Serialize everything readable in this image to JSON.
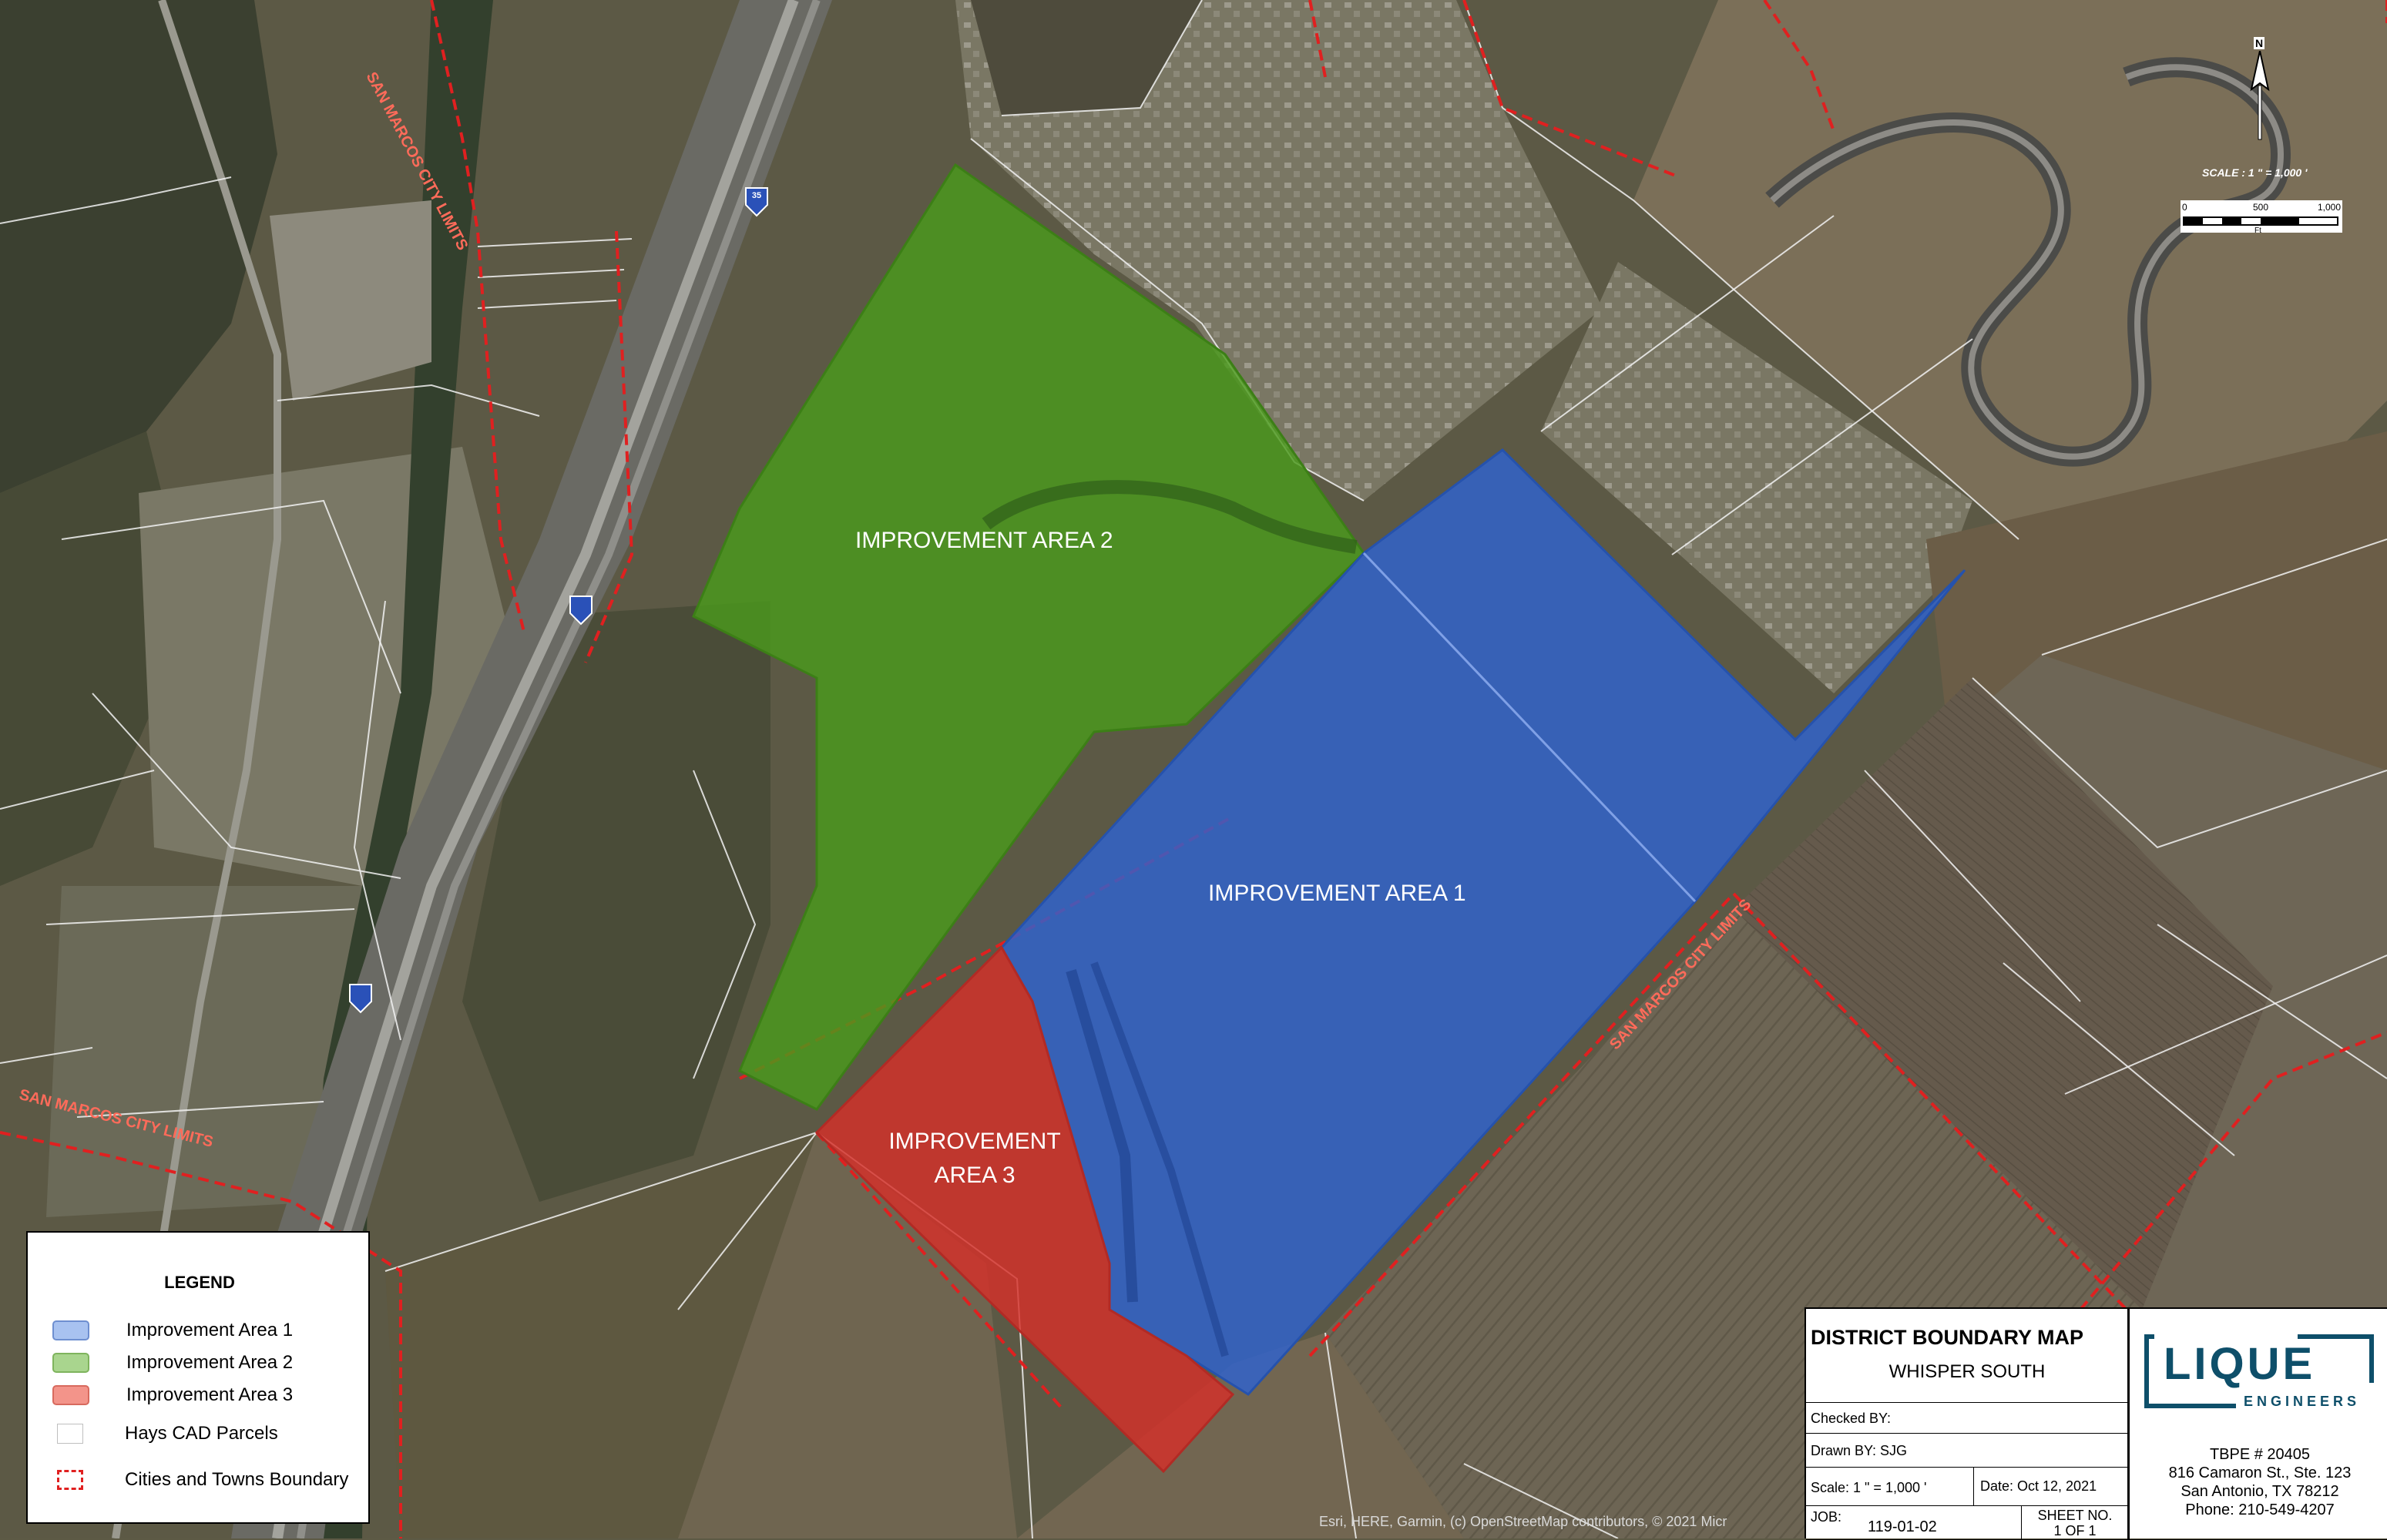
{
  "map": {
    "areas": [
      {
        "id": "area1",
        "label_lines": [
          "IMPROVEMENT AREA 1"
        ],
        "color": "#3d6fd6"
      },
      {
        "id": "area2",
        "label_lines": [
          "IMPROVEMENT AREA 2"
        ],
        "color": "#59a22c"
      },
      {
        "id": "area3",
        "label_lines": [
          "IMPROVEMENT",
          "AREA 3"
        ],
        "color": "#e04a3c"
      }
    ],
    "city_limit_labels": [
      "SAN MARCOS CITY LIMITS",
      "SAN MARCOS CITY LIMITS",
      "SAN MARCOS CITY LIMITS"
    ],
    "highway_shield": "35",
    "attribution": "Esri, HERE, Garmin, (c) OpenStreetMap contributors, © 2021 Micr"
  },
  "north_arrow": {
    "label": "N",
    "icon": "north-arrow-icon"
  },
  "scale_bar": {
    "title": "SCALE : 1 \" = 1,000 '",
    "ticks": [
      "0",
      "500",
      "1,000"
    ],
    "unit": "Ft"
  },
  "legend": {
    "title": "LEGEND",
    "items": [
      {
        "label": "Improvement Area 1",
        "fill": "#a8c2f0",
        "stroke": "#6e8fd0"
      },
      {
        "label": "Improvement Area 2",
        "fill": "#a9d58e",
        "stroke": "#7fb45d"
      },
      {
        "label": "Improvement Area 3",
        "fill": "#f3948a",
        "stroke": "#d86a5e"
      },
      {
        "label": "Hays CAD Parcels",
        "fill": "#ffffff",
        "stroke": "#bfbfbf"
      },
      {
        "label": "Cities and Towns Boundary",
        "fill": "#ffffff",
        "stroke": "#e02020"
      }
    ]
  },
  "title_block": {
    "title": "DISTRICT BOUNDARY MAP",
    "subtitle": "WHISPER SOUTH",
    "checked_by": "Checked BY:",
    "drawn_by": "Drawn BY:   SJG",
    "scale": "Scale:  1 \" = 1,000 '",
    "date": "Date: Oct 12, 2021",
    "job_label": "JOB:",
    "job_value": "119-01-02",
    "sheet_label": "SHEET NO.",
    "sheet_value": "1 OF 1",
    "company_logo": "LIQUE",
    "company_sub": "ENGINEERS",
    "tbpe": "TBPE # 20405",
    "address1": "816 Camaron St., Ste. 123",
    "address2": "San Antonio, TX 78212",
    "phone": "Phone:  210-549-4207"
  }
}
